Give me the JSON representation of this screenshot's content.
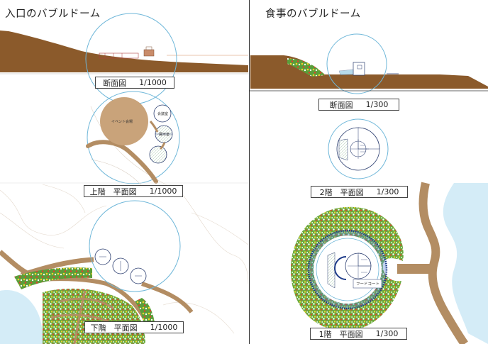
{
  "left": {
    "title": "入口のバブルドーム",
    "section_label": {
      "name": "断面図",
      "scale": "1/1000"
    },
    "upper_label": {
      "name": "上階　平面図",
      "scale": "1/1000"
    },
    "lower_label": {
      "name": "下階　平面図",
      "scale": "1/1000"
    },
    "event_hall": "イベント会場",
    "pod_top": "会議室",
    "pod_mid": "展示室"
  },
  "right": {
    "title": "食事のバブルドーム",
    "section_label": {
      "name": "断面図",
      "scale": "1/300"
    },
    "floor2_label": {
      "name": "2階　平面図",
      "scale": "1/300"
    },
    "floor1_label": {
      "name": "1階　平面図",
      "scale": "1/300"
    },
    "food_court": "フードコート"
  },
  "colors": {
    "earth": "#8b5a2b",
    "path": "#b38d63",
    "bubble": "#6fb7d9",
    "water": "#d4ecf7",
    "green": "#8fc35a",
    "hall": "#c9a37a"
  }
}
